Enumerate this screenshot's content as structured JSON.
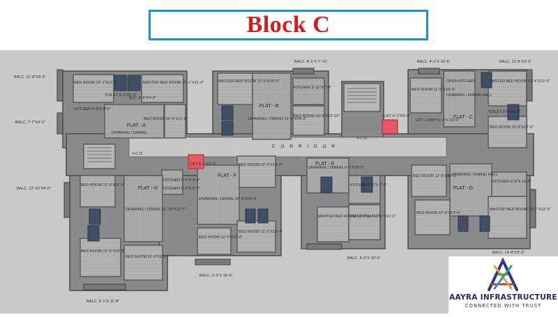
{
  "header": {
    "title": "Block C"
  },
  "logo": {
    "name": "AAYRA INFRASTRUCTURE",
    "tagline": "CONNECTED WITH TRUST"
  },
  "plan": {
    "corridor_label": "C O R R I D O R",
    "fcd_label": "F.C.D.",
    "flats": {
      "a": "FLAT - A",
      "b": "FLAT - B",
      "c": "FLAT - C",
      "d": "FLAT - D",
      "e": "FLAT - E",
      "f": "FLAT - F",
      "g": "FLAT - G"
    },
    "rooms": {
      "a_bed": "BED ROOM 10'-1\"X12'-2\"",
      "a_toilet": "TOILET 8'-2\"X5'-0\"",
      "a_wc": "W.C. 3'-9\"X4'-0\"",
      "a_master": "MASTER BED ROOM 10'-1\"X11'-0\"",
      "a_kitchen": "KITCHEN 4'-9\"X 8'-6\"",
      "a_drawing": "DRAWING / DINING",
      "a_bed2": "BED ROOM 10'-0\"X11'-0\"",
      "b_master": "MASTER BED ROOM 12'-0\"X10'-0\"",
      "b_drawing": "DRAWING / DINING 21'-6\"X14'-3\"",
      "b_kitchen": "KITCHEN 6'-11\"X7'-0\"",
      "b_bed": "BED ROOM 10'-0\"X12'-10\"",
      "c_bed": "BED ROOM 11'-9\"X10'-0\"",
      "c_open_kitchen": "OPEN KITCHEN",
      "c_drawing": "DRAWING / DINING HALL",
      "c_master": "MASTER BED ROOM 12'-4\"X10'-0\"",
      "c_toilet": "TOILET 8'-0\"X4'-6\"",
      "c_bed2": "BED ROOM 10'-0\"X12'-0\"",
      "lift_lobby": "LIFT LOBBY 5'-0\"X 11'-0\"",
      "lift": "LIFT 6'-1\"X5'-9\"",
      "d_drawing": "DRAWING / DINING HALL",
      "d_bed": "BED ROOM 12'-8\"X10'-0\"",
      "d_kitchen": "KITCHEN 9'-9\"X 10'-0\"",
      "d_bed2": "BED ROOM 12'-0\"X13'-4\"",
      "d_master": "MASTER BED ROOM 13'-1\"X10'-0\"",
      "e_drawing": "DRAWING / DINING 9'-0\"X20'-5\"",
      "e_kitchen": "KITCHEN 5'-6\"X 7'-6\"",
      "e_master": "MASTER BED ROOM 12'-7\"X10'-0\"",
      "e_bed": "BED ROOM 11'-11\"X10'-0\"",
      "f_bed": "BED ROOM 12'-0\"X10'-0\"",
      "f_kitchen": "KITCHEN 6'-4\"X 6'-0\"",
      "f_drawing": "DRAWING / DINING 20'-4\"X14'-4\"",
      "f_bed2": "BED ROOM 12'-0\"X10'-0\"",
      "f_bed3": "BED ROOM 12'-2\"X10'-4\"",
      "g_bed": "BED ROOM 12'-0\"X11'-0\"",
      "g_drawing": "DRAWING / DINING 22'-10\"X10'-7\"",
      "g_bed2": "BED ROOM 13'-0\"X10'-0\"",
      "g_bed3": "BED ROOM 10'-0\"X10'-1\"",
      "g_kitchen": "KITCHEN 6'-4\"X 6'-2\""
    },
    "balconies": {
      "b1": "BALC. 11'-8\"X3'-3\"",
      "b2": "BALC. 7'-7\"X4'-1\"",
      "b3": "BALC. 12'-10\"X4'-0\"",
      "b4": "BALC. 4'-1\"X 11'-8\"",
      "b5": "BALC. 3'-3\"X 15'-8\"",
      "b6": "BALC. 4'-0\"X 10'-6\"",
      "b7": "BALC. 4'-1\"X 7'-10\"",
      "b8": "BALC. 4'-1\"X 10'-6\"",
      "b9": "BALC. 12'-8\"X3'-3\"",
      "b10": "BALC. 14'-8\"X3'-3\""
    }
  }
}
